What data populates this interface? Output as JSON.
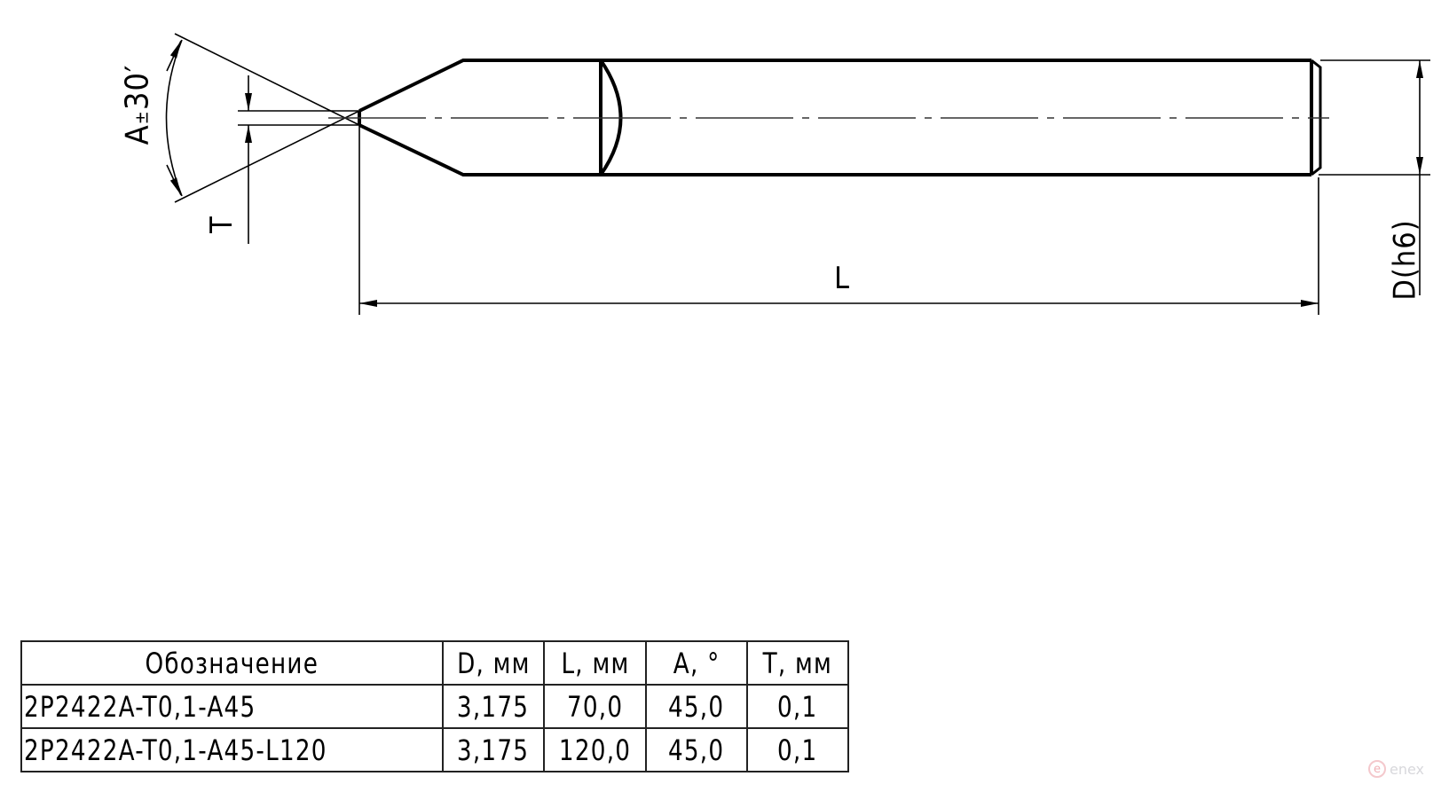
{
  "drawing": {
    "labels": {
      "angle": "A±30′",
      "angle_main": "A",
      "angle_tol_sign": "±",
      "angle_tol": "30′",
      "tip_width": "T",
      "length": "L",
      "diameter": "D(h6)"
    },
    "line_color": "#000000"
  },
  "table": {
    "headers": [
      "Обозначение",
      "D, мм",
      "L, мм",
      "A, °",
      "T, мм"
    ],
    "rows": [
      [
        "2P2422A-T0,1-A45",
        "3,175",
        "70,0",
        "45,0",
        "0,1"
      ],
      [
        "2P2422A-T0,1-A45-L120",
        "3,175",
        "120,0",
        "45,0",
        "0,1"
      ]
    ]
  },
  "watermark": {
    "logo_letter": "e",
    "text": "enex"
  }
}
